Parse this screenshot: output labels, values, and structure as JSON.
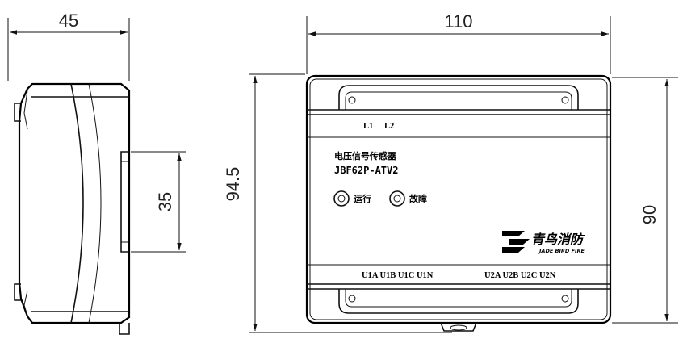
{
  "dimensions": {
    "side_width": "45",
    "front_width": "110",
    "rail_height": "35",
    "total_height": "94.5",
    "body_height": "90"
  },
  "device": {
    "name": "电压信号传感器",
    "model": "JBF62P-ATV2",
    "led_run_label": "运行",
    "led_fault_label": "故障",
    "input_l1": "L1",
    "input_l2": "L2",
    "terminals_u1": "U1A U1B U1C U1N",
    "terminals_u2": "U2A U2B U2C U2N"
  },
  "brand": {
    "name_cn": "青鸟消防",
    "name_en": "JADE BIRD FIRE"
  }
}
